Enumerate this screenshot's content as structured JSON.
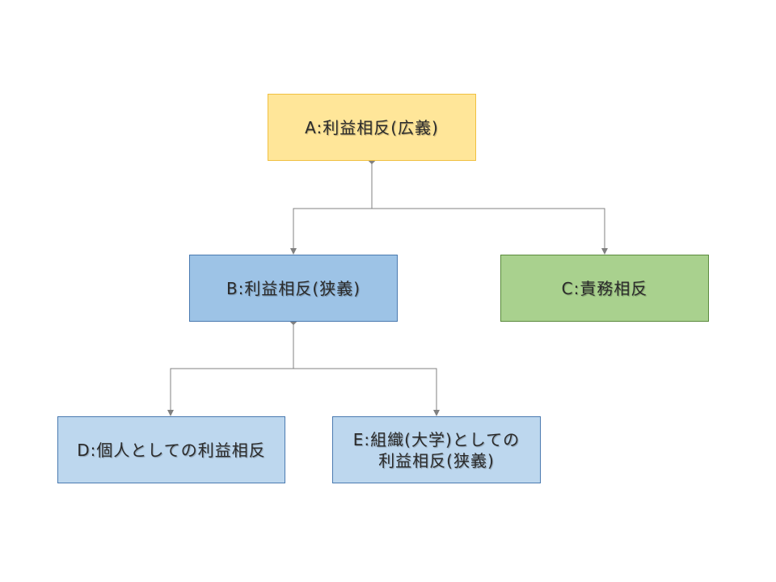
{
  "diagram": {
    "nodes": {
      "a": {
        "label": "A:利益相反(広義)"
      },
      "b": {
        "label": "B:利益相反(狭義)"
      },
      "c": {
        "label": "C:責務相反"
      },
      "d": {
        "label": "D:個人としての利益相反"
      },
      "e": {
        "label": "E:組織(大学)としての\n利益相反(狭義)"
      }
    },
    "edges": [
      {
        "from": "a",
        "to": "b"
      },
      {
        "from": "a",
        "to": "c"
      },
      {
        "from": "b",
        "to": "d"
      },
      {
        "from": "b",
        "to": "e"
      }
    ],
    "colors": {
      "a_fill": "#ffe699",
      "b_fill": "#9dc3e6",
      "c_fill": "#a9d18e",
      "d_fill": "#bdd7ee",
      "e_fill": "#bdd7ee",
      "connector": "#808080"
    }
  }
}
